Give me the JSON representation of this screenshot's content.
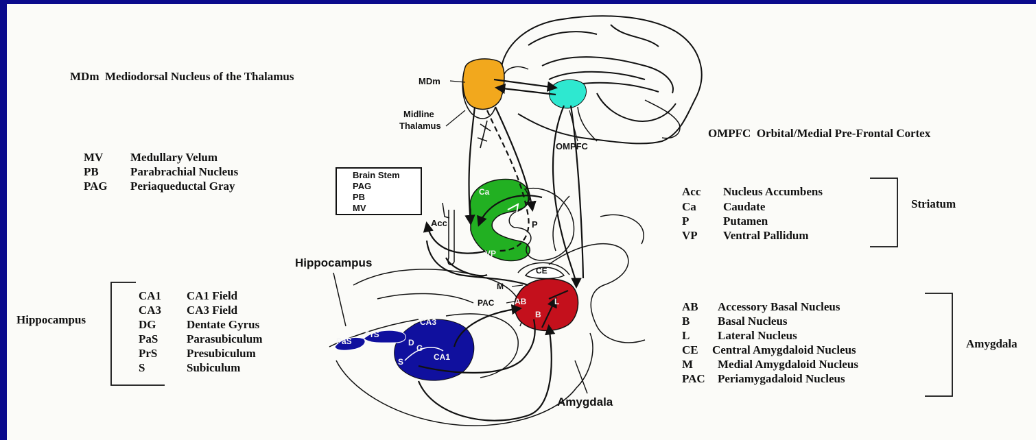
{
  "mdm_legend": {
    "abbr": "MDm",
    "full": "Mediodorsal Nucleus of the Thalamus"
  },
  "ompfc_legend": {
    "abbr": "OMPFC",
    "full": "Orbital/Medial Pre-Frontal Cortex"
  },
  "brainstem_legend": [
    {
      "abbr": "MV",
      "full": "Medullary Velum"
    },
    {
      "abbr": "PB",
      "full": "Parabrachial Nucleus"
    },
    {
      "abbr": "PAG",
      "full": "Periaqueductal Gray"
    }
  ],
  "hippocampus_legend": {
    "title": "Hippocampus",
    "items": [
      {
        "abbr": "CA1",
        "full": "CA1 Field"
      },
      {
        "abbr": "CA3",
        "full": "CA3 Field"
      },
      {
        "abbr": "DG",
        "full": "Dentate Gyrus"
      },
      {
        "abbr": "PaS",
        "full": "Parasubiculum"
      },
      {
        "abbr": "PrS",
        "full": "Presubiculum"
      },
      {
        "abbr": "S",
        "full": "Subiculum"
      }
    ]
  },
  "striatum_legend": {
    "title": "Striatum",
    "items": [
      {
        "abbr": "Acc",
        "full": "Nucleus Accumbens"
      },
      {
        "abbr": "Ca",
        "full": "Caudate"
      },
      {
        "abbr": "P",
        "full": "Putamen"
      },
      {
        "abbr": "VP",
        "full": "Ventral Pallidum"
      }
    ]
  },
  "amygdala_legend": {
    "title": "Amygdala",
    "items": [
      {
        "abbr": "AB",
        "full": "Accessory Basal Nucleus"
      },
      {
        "abbr": "B",
        "full": "Basal Nucleus"
      },
      {
        "abbr": "L",
        "full": "Lateral Nucleus"
      },
      {
        "abbr": "CE",
        "full": "Central Amygdaloid Nucleus"
      },
      {
        "abbr": "M",
        "full": "Medial Amygdaloid Nucleus"
      },
      {
        "abbr": "PAC",
        "full": "Periamygadaloid Nucleus"
      }
    ]
  },
  "diagram": {
    "brainstem_box": [
      "Brain Stem",
      "PAG",
      "PB",
      "MV"
    ],
    "labels": {
      "mdm": "MDm",
      "midline_thalamus_1": "Midline",
      "midline_thalamus_2": "Thalamus",
      "ompfc": "OMPFC",
      "acc": "Acc",
      "ca": "Ca",
      "p": "P",
      "vp": "VP",
      "ce": "CE",
      "m": "M",
      "pac": "PAC",
      "ab": "AB",
      "l": "L",
      "b": "B",
      "hippocampus": "Hippocampus",
      "amygdala": "Amygdala",
      "ca3": "CA3",
      "ca1": "CA1",
      "dg_d": "D",
      "dg_g": "G",
      "s": "S",
      "prs": "PrS",
      "pas": "PaS"
    }
  },
  "colors": {
    "background_border": "#0a0a8c",
    "mdm_fill": "#f2a81d",
    "ompfc_fill": "#2ee8d0",
    "striatum_fill": "#22b022",
    "amygdala_fill": "#c4101c",
    "hippocampus_fill": "#10109e"
  }
}
